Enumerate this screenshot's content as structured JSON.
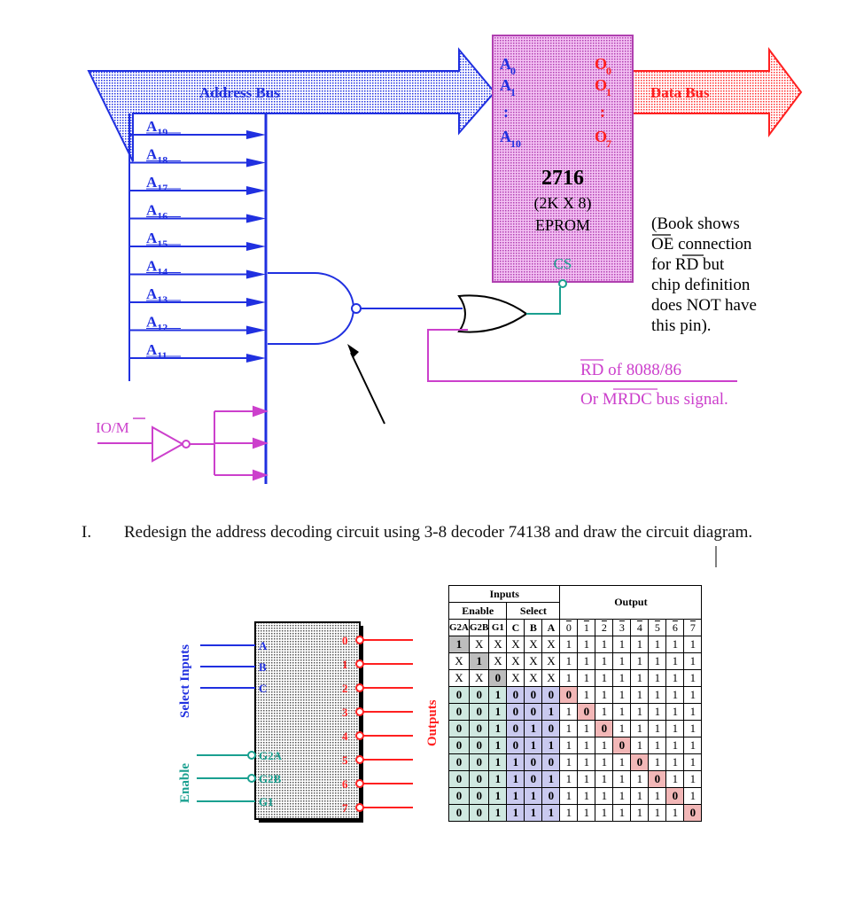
{
  "top_diagram": {
    "address_bus_label": "Address  Bus",
    "data_bus_label": "Data  Bus",
    "address_lines": [
      "A19",
      "A18",
      "A17",
      "A16",
      "A15",
      "A14",
      "A13",
      "A12",
      "A11"
    ],
    "io_label": "IO/M",
    "chip": {
      "pins_left": [
        "A0",
        "A1",
        ":",
        "A10"
      ],
      "pins_right": [
        "O0",
        "O1",
        ":",
        "O7"
      ],
      "name": "2716",
      "size": "(2K X 8)",
      "type": "EPROM",
      "cs_label": "CS"
    },
    "note_lines": [
      "(Book  shows",
      "OE  connection",
      "for  RD  but",
      "chip   definition",
      "does  NOT  have",
      "this  pin)."
    ],
    "rd_lines": [
      "RD  of  8088/86",
      "Or  MRDC  bus  signal."
    ]
  },
  "question": {
    "number": "I.",
    "text": "Redesign the address decoding circuit using 3-8 decoder 74138 and draw the circuit diagram."
  },
  "decoder_diagram": {
    "select_label": "Select  Inputs",
    "enable_label": "Enable",
    "outputs_label": "Outputs",
    "select_pins": [
      "A",
      "B",
      "C"
    ],
    "enable_pins": [
      "G2A",
      "G2B",
      "G1"
    ],
    "output_pins": [
      "0",
      "1",
      "2",
      "3",
      "4",
      "5",
      "6",
      "7"
    ]
  },
  "truth_table": {
    "inputs_header": "Inputs",
    "output_header": "Output",
    "enable_header": "Enable",
    "select_header": "Select",
    "columns": [
      "G2A",
      "G2B",
      "G1",
      "C",
      "B",
      "A",
      "0",
      "1",
      "2",
      "3",
      "4",
      "5",
      "6",
      "7"
    ],
    "rows": [
      [
        "1",
        "X",
        "X",
        "X",
        "X",
        "X",
        "1",
        "1",
        "1",
        "1",
        "1",
        "1",
        "1",
        "1"
      ],
      [
        "X",
        "1",
        "X",
        "X",
        "X",
        "X",
        "1",
        "1",
        "1",
        "1",
        "1",
        "1",
        "1",
        "1"
      ],
      [
        "X",
        "X",
        "0",
        "X",
        "X",
        "X",
        "1",
        "1",
        "1",
        "1",
        "1",
        "1",
        "1",
        "1"
      ],
      [
        "0",
        "0",
        "1",
        "0",
        "0",
        "0",
        "0",
        "1",
        "1",
        "1",
        "1",
        "1",
        "1",
        "1"
      ],
      [
        "0",
        "0",
        "1",
        "0",
        "0",
        "1",
        "1",
        "0",
        "1",
        "1",
        "1",
        "1",
        "1",
        "1"
      ],
      [
        "0",
        "0",
        "1",
        "0",
        "1",
        "0",
        "1",
        "1",
        "0",
        "1",
        "1",
        "1",
        "1",
        "1"
      ],
      [
        "0",
        "0",
        "1",
        "0",
        "1",
        "1",
        "1",
        "1",
        "1",
        "0",
        "1",
        "1",
        "1",
        "1"
      ],
      [
        "0",
        "0",
        "1",
        "1",
        "0",
        "0",
        "1",
        "1",
        "1",
        "1",
        "0",
        "1",
        "1",
        "1"
      ],
      [
        "0",
        "0",
        "1",
        "1",
        "0",
        "1",
        "1",
        "1",
        "1",
        "1",
        "1",
        "0",
        "1",
        "1"
      ],
      [
        "0",
        "0",
        "1",
        "1",
        "1",
        "0",
        "1",
        "1",
        "1",
        "1",
        "1",
        "1",
        "0",
        "1"
      ],
      [
        "0",
        "0",
        "1",
        "1",
        "1",
        "1",
        "1",
        "1",
        "1",
        "1",
        "1",
        "1",
        "1",
        "0"
      ]
    ]
  }
}
